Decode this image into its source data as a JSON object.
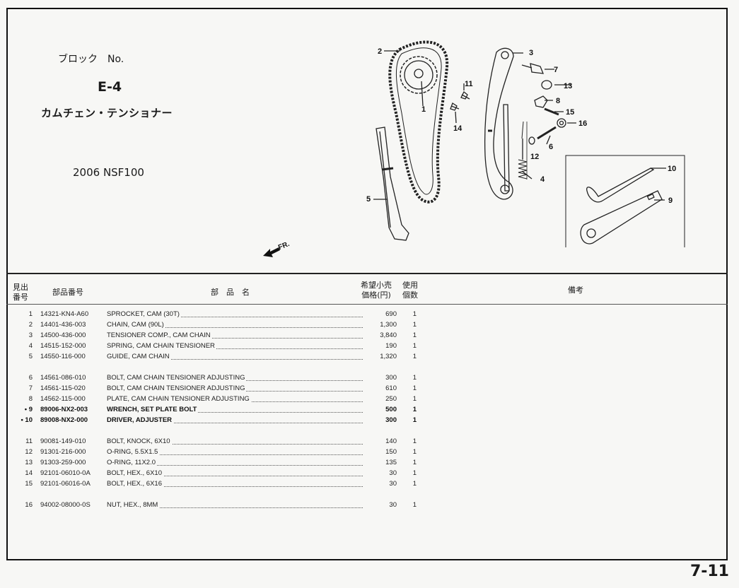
{
  "block": {
    "label": "ブロック　No.",
    "code": "E-4",
    "title": "カムチェン・テンショナー",
    "model": "2006 NSF100"
  },
  "fr_label": "FR.",
  "page_number": "7-11",
  "diagram_callouts": [
    "1",
    "2",
    "3",
    "4",
    "5",
    "6",
    "7",
    "8",
    "9",
    "10",
    "11",
    "12",
    "13",
    "14",
    "15",
    "16"
  ],
  "columns": {
    "ref_line1": "見出",
    "ref_line2": "番号",
    "part_no": "部品番号",
    "part_name": "部　品　名",
    "price_line1": "希望小売",
    "price_line2": "価格(円)",
    "qty_line1": "使用",
    "qty_line2": "個数",
    "remarks": "備考"
  },
  "parts": [
    {
      "ref": "1",
      "pn": "14321-KN4-A60",
      "name": "SPROCKET, CAM (30T)",
      "price": "690",
      "qty": "1",
      "bold": false,
      "gap_before": false
    },
    {
      "ref": "2",
      "pn": "14401-436-003",
      "name": "CHAIN, CAM (90L)",
      "price": "1,300",
      "qty": "1",
      "bold": false,
      "gap_before": false
    },
    {
      "ref": "3",
      "pn": "14500-436-000",
      "name": "TENSIONER COMP., CAM CHAIN",
      "price": "3,840",
      "qty": "1",
      "bold": false,
      "gap_before": false
    },
    {
      "ref": "4",
      "pn": "14515-152-000",
      "name": "SPRING, CAM CHAIN TENSIONER",
      "price": "190",
      "qty": "1",
      "bold": false,
      "gap_before": false
    },
    {
      "ref": "5",
      "pn": "14550-116-000",
      "name": "GUIDE, CAM CHAIN",
      "price": "1,320",
      "qty": "1",
      "bold": false,
      "gap_before": false
    },
    {
      "ref": "6",
      "pn": "14561-086-010",
      "name": "BOLT, CAM CHAIN TENSIONER ADJUSTING",
      "price": "300",
      "qty": "1",
      "bold": false,
      "gap_before": true
    },
    {
      "ref": "7",
      "pn": "14561-115-020",
      "name": "BOLT, CAM CHAIN TENSIONER ADJUSTING",
      "price": "610",
      "qty": "1",
      "bold": false,
      "gap_before": false
    },
    {
      "ref": "8",
      "pn": "14562-115-000",
      "name": "PLATE, CAM CHAIN TENSIONER ADJUSTING",
      "price": "250",
      "qty": "1",
      "bold": false,
      "gap_before": false
    },
    {
      "ref": "• 9",
      "pn": "89006-NX2-003",
      "name": "WRENCH, SET PLATE BOLT",
      "price": "500",
      "qty": "1",
      "bold": true,
      "gap_before": false
    },
    {
      "ref": "• 10",
      "pn": "89008-NX2-000",
      "name": "DRIVER, ADJUSTER",
      "price": "300",
      "qty": "1",
      "bold": true,
      "gap_before": false
    },
    {
      "ref": "11",
      "pn": "90081-149-010",
      "name": "BOLT, KNOCK, 6X10",
      "price": "140",
      "qty": "1",
      "bold": false,
      "gap_before": true
    },
    {
      "ref": "12",
      "pn": "91301-216-000",
      "name": "O-RING, 5.5X1.5",
      "price": "150",
      "qty": "1",
      "bold": false,
      "gap_before": false
    },
    {
      "ref": "13",
      "pn": "91303-259-000",
      "name": "O-RING, 11X2.0",
      "price": "135",
      "qty": "1",
      "bold": false,
      "gap_before": false
    },
    {
      "ref": "14",
      "pn": "92101-06010-0A",
      "name": "BOLT, HEX., 6X10",
      "price": "30",
      "qty": "1",
      "bold": false,
      "gap_before": false
    },
    {
      "ref": "15",
      "pn": "92101-06016-0A",
      "name": "BOLT, HEX., 6X16",
      "price": "30",
      "qty": "1",
      "bold": false,
      "gap_before": false
    },
    {
      "ref": "16",
      "pn": "94002-08000-0S",
      "name": "NUT, HEX., 8MM",
      "price": "30",
      "qty": "1",
      "bold": false,
      "gap_before": true
    }
  ]
}
